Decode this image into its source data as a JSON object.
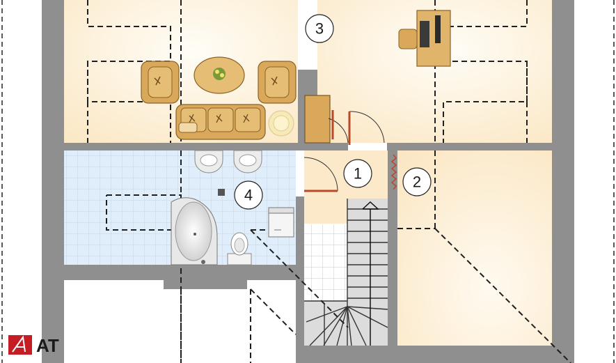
{
  "rooms": [
    {
      "number": "1"
    },
    {
      "number": "2"
    },
    {
      "number": "3"
    },
    {
      "number": "4"
    }
  ],
  "logo": {
    "text": "AT"
  },
  "colors": {
    "wall": "#8c8c8c",
    "room_warm": "#fbe9c9",
    "room_light": "#fdf6e8",
    "bathroom_tile": "#dcebf7",
    "furniture": "#d9a85a",
    "door_red": "#b84a2a",
    "logo_red": "#c41e24"
  }
}
